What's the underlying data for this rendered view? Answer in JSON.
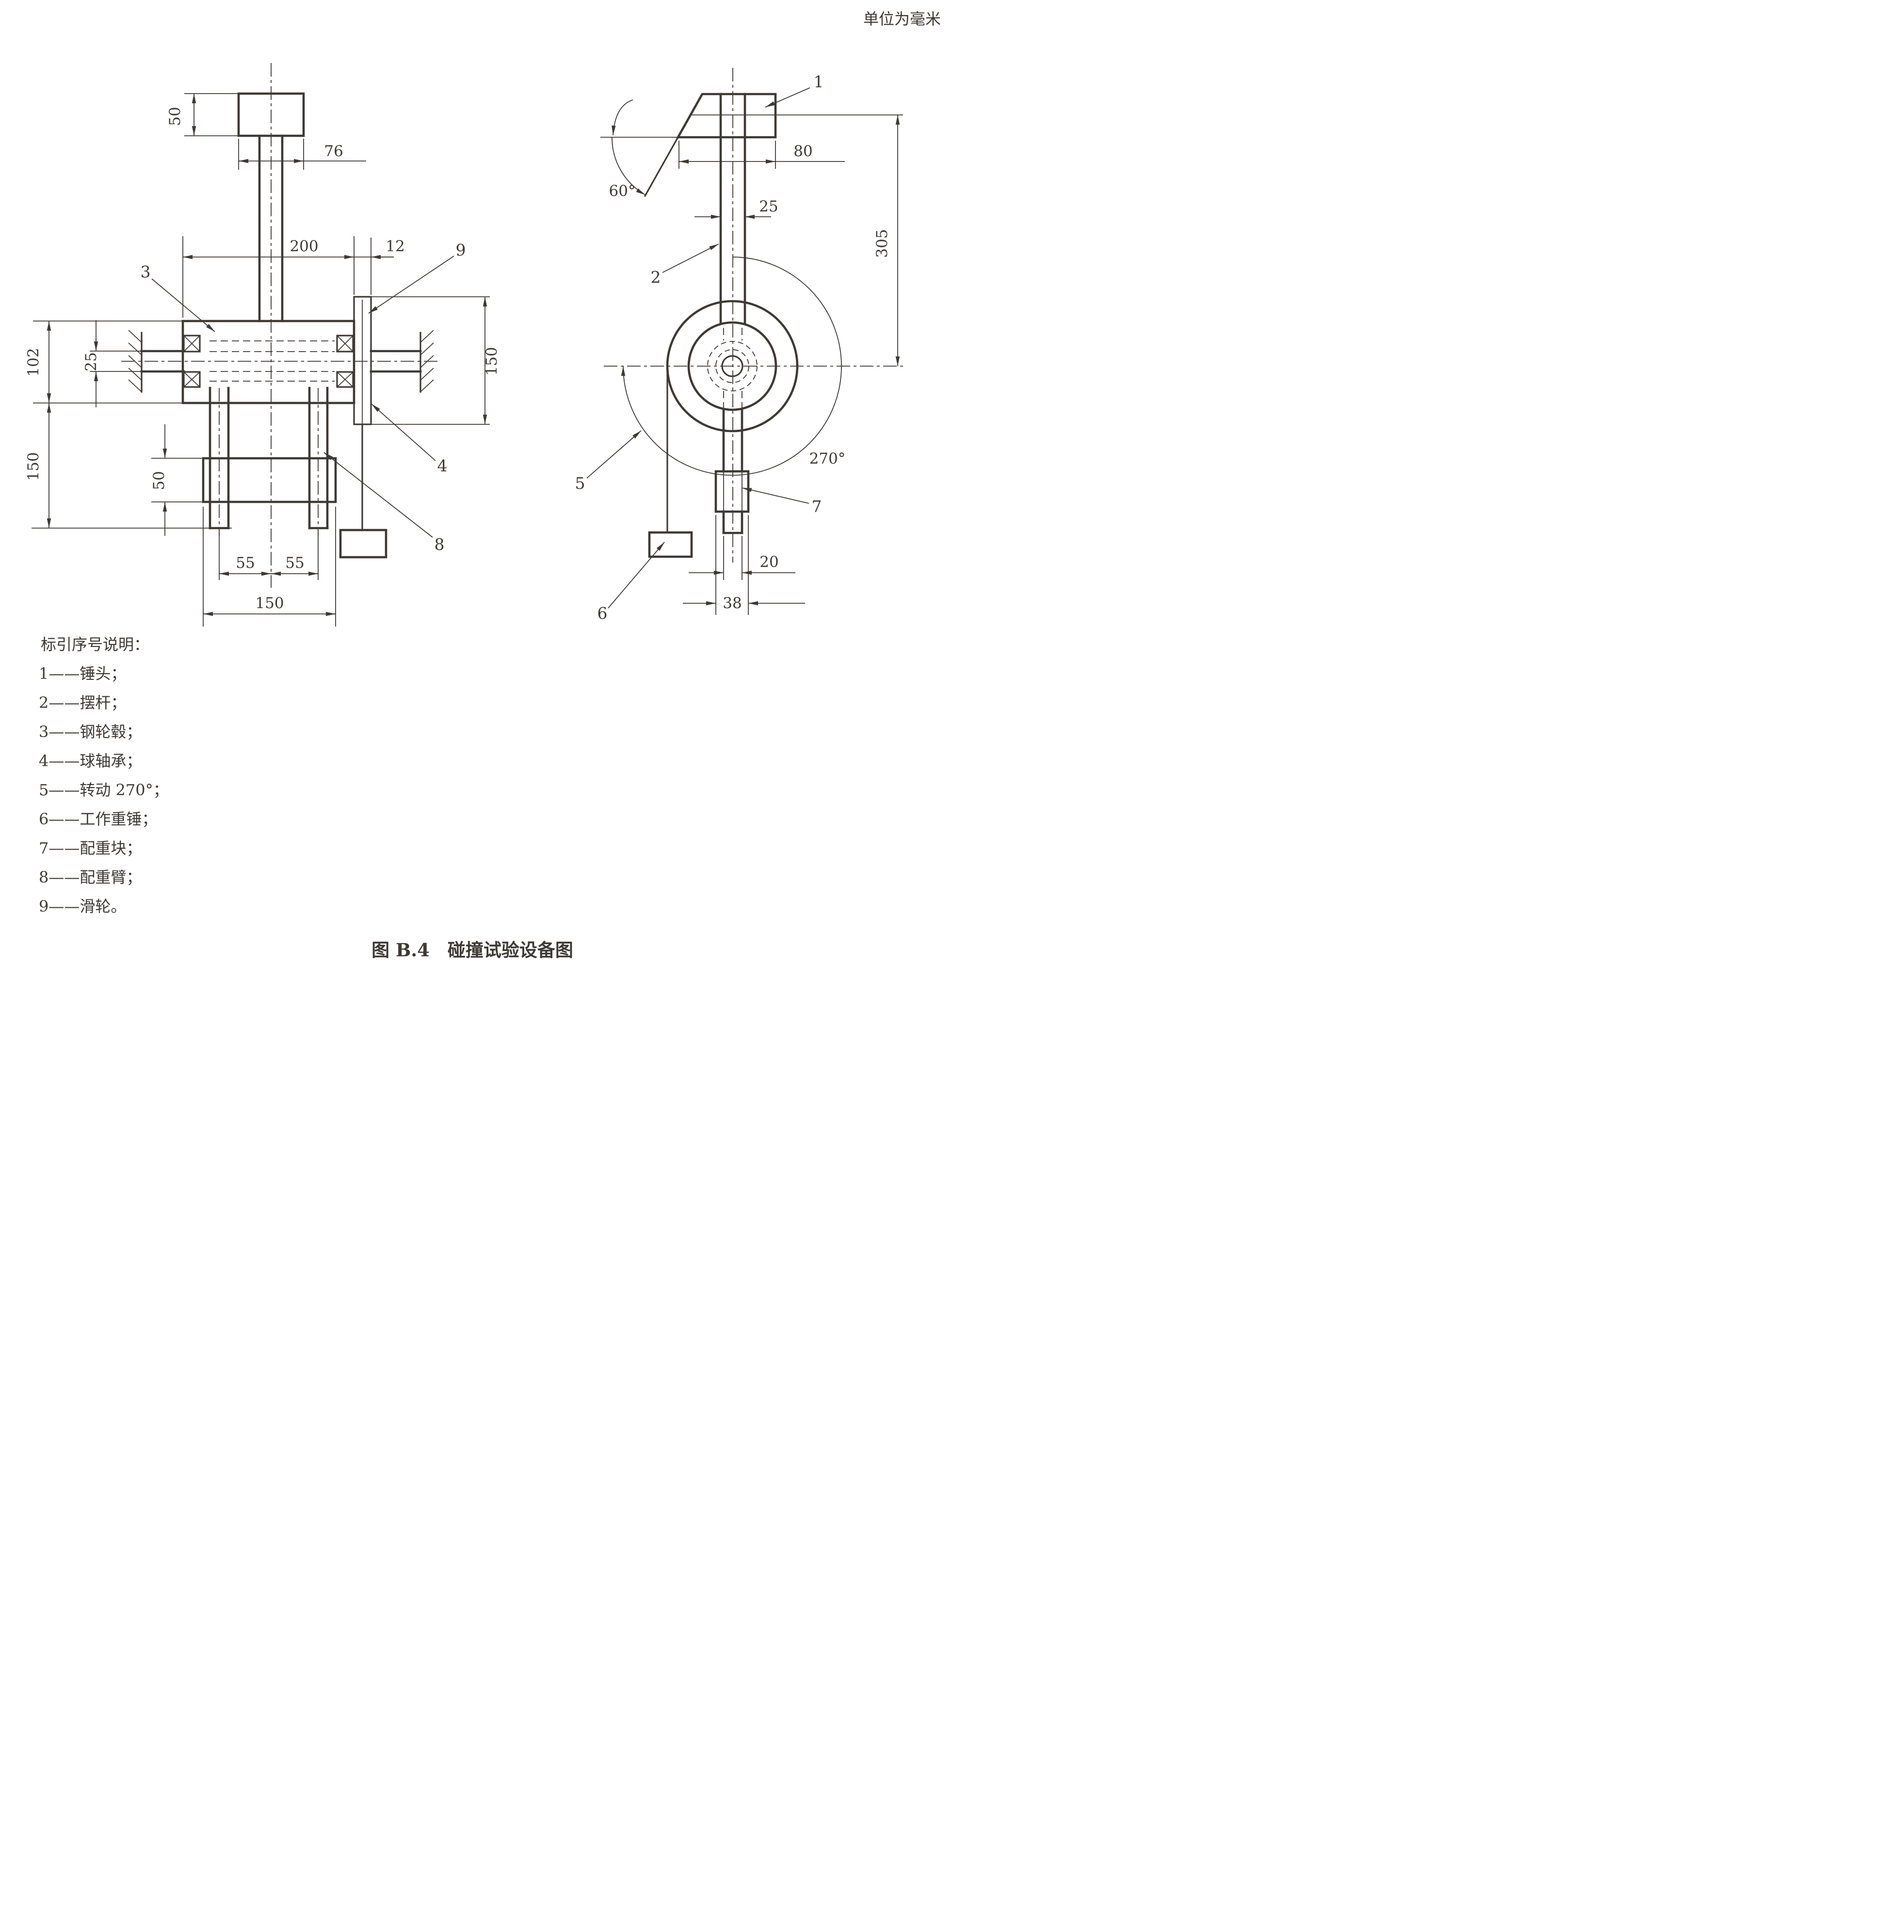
{
  "unit_note": "单位为毫米",
  "caption": "图 B.4　碰撞试验设备图",
  "colors": {
    "ink": "#3e3935",
    "background": "#ffffff"
  },
  "legend": {
    "title": "标引序号说明：",
    "items": [
      {
        "text": "1——锤头；"
      },
      {
        "text": "2——摆杆；"
      },
      {
        "text": "3——钢轮毂；"
      },
      {
        "text": "4——球轴承；"
      },
      {
        "text": "5——转动 270°；"
      },
      {
        "text": "6——工作重锤；"
      },
      {
        "text": "7——配重块；"
      },
      {
        "text": "8——配重臂；"
      },
      {
        "text": "9——滑轮。"
      }
    ]
  },
  "front_view": {
    "dims": {
      "block_height": "50",
      "block_width": "76",
      "hub_width": "200",
      "pulley_width": "12",
      "hub_height": "102",
      "shaft_height": "25",
      "drop_height": "150",
      "arm_block_height": "50",
      "pulley_height": "150",
      "leg_spacing_left": "55",
      "leg_spacing_right": "55",
      "arm_width": "150"
    },
    "labels": {
      "hub": "3",
      "pulley": "9",
      "bearing": "4",
      "arm": "8"
    }
  },
  "side_view": {
    "dims": {
      "head_width": "80",
      "rod_width": "25",
      "height": "305",
      "face_angle": "60°",
      "rotation_angle": "270°",
      "arm_rod_width": "20",
      "weight_block_width": "38"
    },
    "labels": {
      "hammer_head": "1",
      "pendulum_rod": "2",
      "rotation": "5",
      "working_weight": "6",
      "counterweight": "7"
    }
  }
}
